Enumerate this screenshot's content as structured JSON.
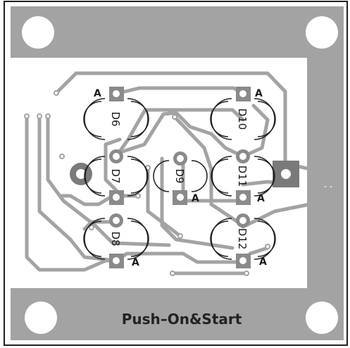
{
  "board": {
    "title": "Push–On&Start",
    "copper_color": "#a3a3a3",
    "background_color": "#ffffff",
    "outline_color": "#222222"
  },
  "components": {
    "D6": {
      "designator": "D6",
      "anode_label": "A"
    },
    "D7": {
      "designator": "D7"
    },
    "D8": {
      "designator": "D8",
      "anode_label": "A"
    },
    "D9": {
      "designator": "D9",
      "anode_label": "A"
    },
    "D10": {
      "designator": "D10",
      "anode_label": "A"
    },
    "D11": {
      "designator": "D11",
      "anode_label": "A"
    },
    "D12": {
      "designator": "D12",
      "anode_label": "A"
    }
  }
}
